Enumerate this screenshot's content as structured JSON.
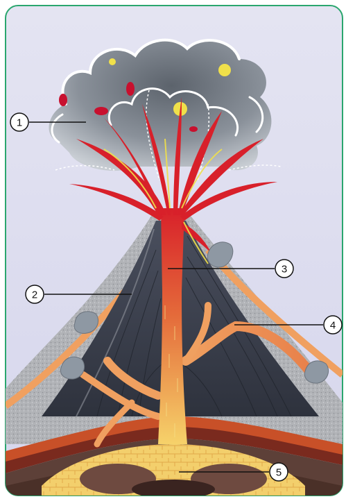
{
  "diagram": {
    "colors": {
      "background": "#dcdcee",
      "border": "#2aa66e",
      "ash_cloud": "#7f868f",
      "lava": "#d8202a",
      "magma_top": "#d8502a",
      "magma_bottom": "#f6d26a",
      "cone_dark": "#3c4150",
      "cone_light": "#8f929b",
      "ash_layer": "#a9abaf",
      "crust_dark": "#7a2a1e",
      "crust_mid": "#c85028",
      "bedrock": "#5d4038",
      "bomb": "#8e98a3"
    },
    "callouts": [
      {
        "number": "1",
        "target": "ash-cloud"
      },
      {
        "number": "2",
        "target": "volcanic-cone"
      },
      {
        "number": "3",
        "target": "main-vent"
      },
      {
        "number": "4",
        "target": "side-vent"
      },
      {
        "number": "5",
        "target": "magma-chamber"
      }
    ]
  }
}
